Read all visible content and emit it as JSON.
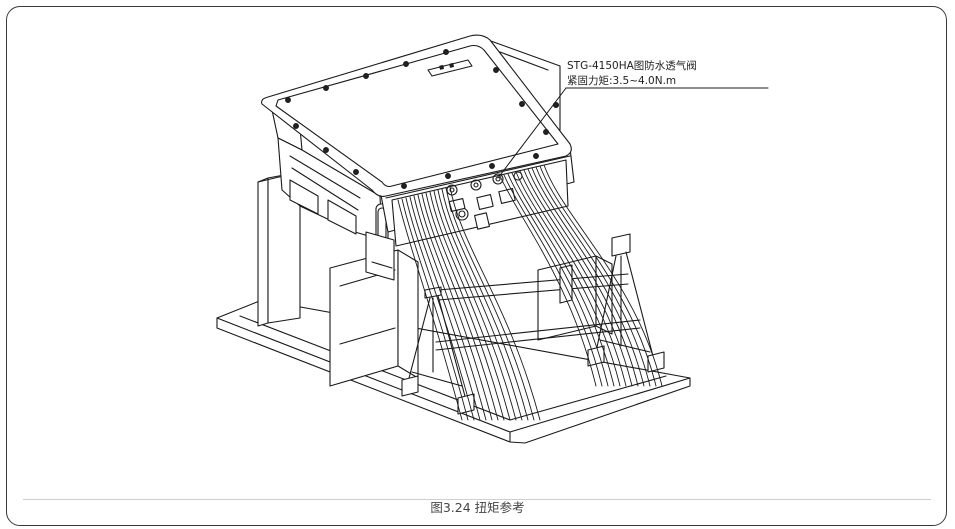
{
  "annotation": {
    "line1": "STG-4150HA图防水透气阀",
    "line2": "紧固力矩:3.5~4.0N.m"
  },
  "caption": "图3.24 扭矩参考",
  "colors": {
    "line": "#1a1a1a",
    "frame": "#3a3a3a"
  },
  "icons": [
    "inverter-drawing",
    "mounting-bracket-drawing",
    "cable-bundle-drawing",
    "valve-leader-line"
  ]
}
